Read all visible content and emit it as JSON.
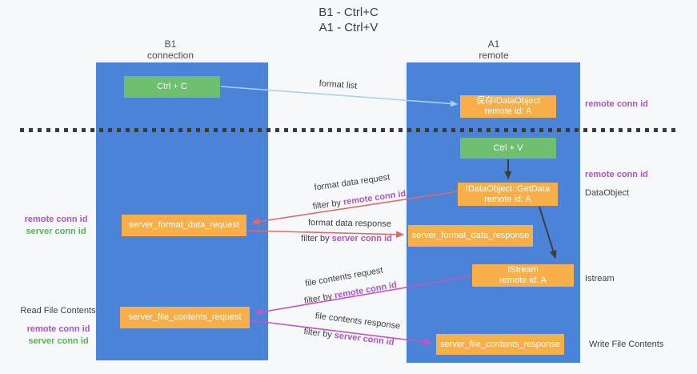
{
  "title": {
    "line1": "B1 - Ctrl+C",
    "line2": "A1 - Ctrl+V"
  },
  "columns": {
    "left": {
      "header_line1": "B1",
      "header_line2": "connection"
    },
    "right": {
      "header_line1": "A1",
      "header_line2": "remote"
    }
  },
  "nodes": {
    "ctrl_c": "Ctrl + C",
    "ctrl_v": "Ctrl + V",
    "save_obj_line1": "保存IDataObject",
    "save_obj_line2": "remote id: A",
    "getdata_line1": "IDataObject::GetData",
    "getdata_line2": "remote id: A",
    "istream_line1": "IStream",
    "istream_line2": "remote id: A",
    "format_request": "server_format_data_request",
    "format_response": "server_format_data_response",
    "file_request": "server_file_contents_request",
    "file_response": "server_file_contents_response"
  },
  "flow": {
    "format_list": "format list",
    "filter_by": "filter by ",
    "format_request": "format data request",
    "format_request_key": "remote conn id",
    "format_response": "format data response",
    "format_response_key": "server conn id",
    "file_request": "file contents request",
    "file_request_key": "remote conn id",
    "file_response": "file contents response",
    "file_response_key": "server conn id"
  },
  "left_side": {
    "remote_conn_id_1": "remote conn id",
    "server_conn_id_1": "server conn id",
    "read_file_contents": "Read File Contents",
    "remote_conn_id_2": "remote conn id",
    "server_conn_id_2": "server conn id"
  },
  "right_side": {
    "remote_conn_id_1": "remote conn id",
    "remote_conn_id_2": "remote conn id",
    "dataobject": "DataObject",
    "istream": "Istream",
    "write_file_contents": "Write File Contents"
  },
  "colors": {
    "column_blue": "#4a83d8",
    "box_green": "#6ec070",
    "box_orange": "#f9af49",
    "label_purple": "#a956c5",
    "label_green": "#54b557",
    "arrow_red": "#e26a6a",
    "arrow_magenta": "#c654c5",
    "arrow_light_blue": "#a7d1f0",
    "arrow_black": "#3d3d3d",
    "background": "#f7f8fa"
  }
}
